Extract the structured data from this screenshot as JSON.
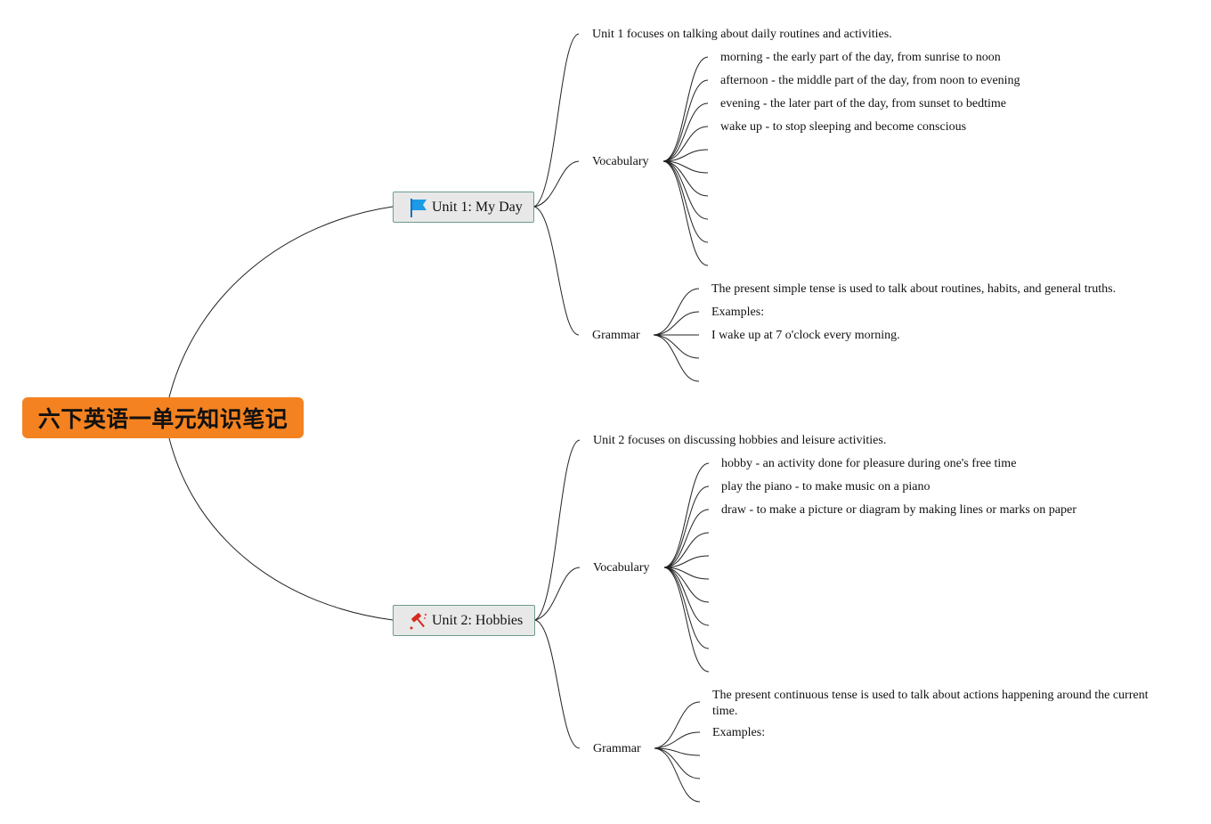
{
  "root": {
    "title": "六下英语一单元知识笔记"
  },
  "units": [
    {
      "title": "Unit 1: My Day",
      "icon": "blue-flag-icon",
      "summary": "Unit 1 focuses on talking about daily routines and activities.",
      "vocabulary_label": "Vocabulary",
      "vocabulary": [
        "morning - the early part of the day, from sunrise to noon",
        "afternoon - the middle part of the day, from noon to evening",
        "evening - the later part of the day, from sunset to bedtime",
        "wake up - to stop sleeping and become conscious",
        "",
        "",
        "",
        "",
        "",
        ""
      ],
      "grammar_label": "Grammar",
      "grammar": [
        "The present simple tense is used to talk about routines, habits, and general truths.",
        "Examples:",
        "I wake up at 7 o'clock every morning.",
        "",
        ""
      ]
    },
    {
      "title": "Unit 2: Hobbies",
      "icon": "gavel-icon",
      "summary": "Unit 2 focuses on discussing hobbies and leisure activities.",
      "vocabulary_label": "Vocabulary",
      "vocabulary": [
        "hobby - an activity done for pleasure during one's free time",
        "play the piano - to make music on a piano",
        "draw - to make a picture or diagram by making lines or marks on paper",
        "",
        "",
        "",
        "",
        "",
        "",
        ""
      ],
      "grammar_label": "Grammar",
      "grammar": [
        "The present continuous tense is used to talk about actions happening around the current time.",
        "Examples:",
        "",
        "",
        ""
      ]
    }
  ],
  "colors": {
    "root_fill": "#f48220",
    "unit_fill": "#e8e8e8",
    "unit_border": "#6d9c8e",
    "connector": "#222222"
  }
}
